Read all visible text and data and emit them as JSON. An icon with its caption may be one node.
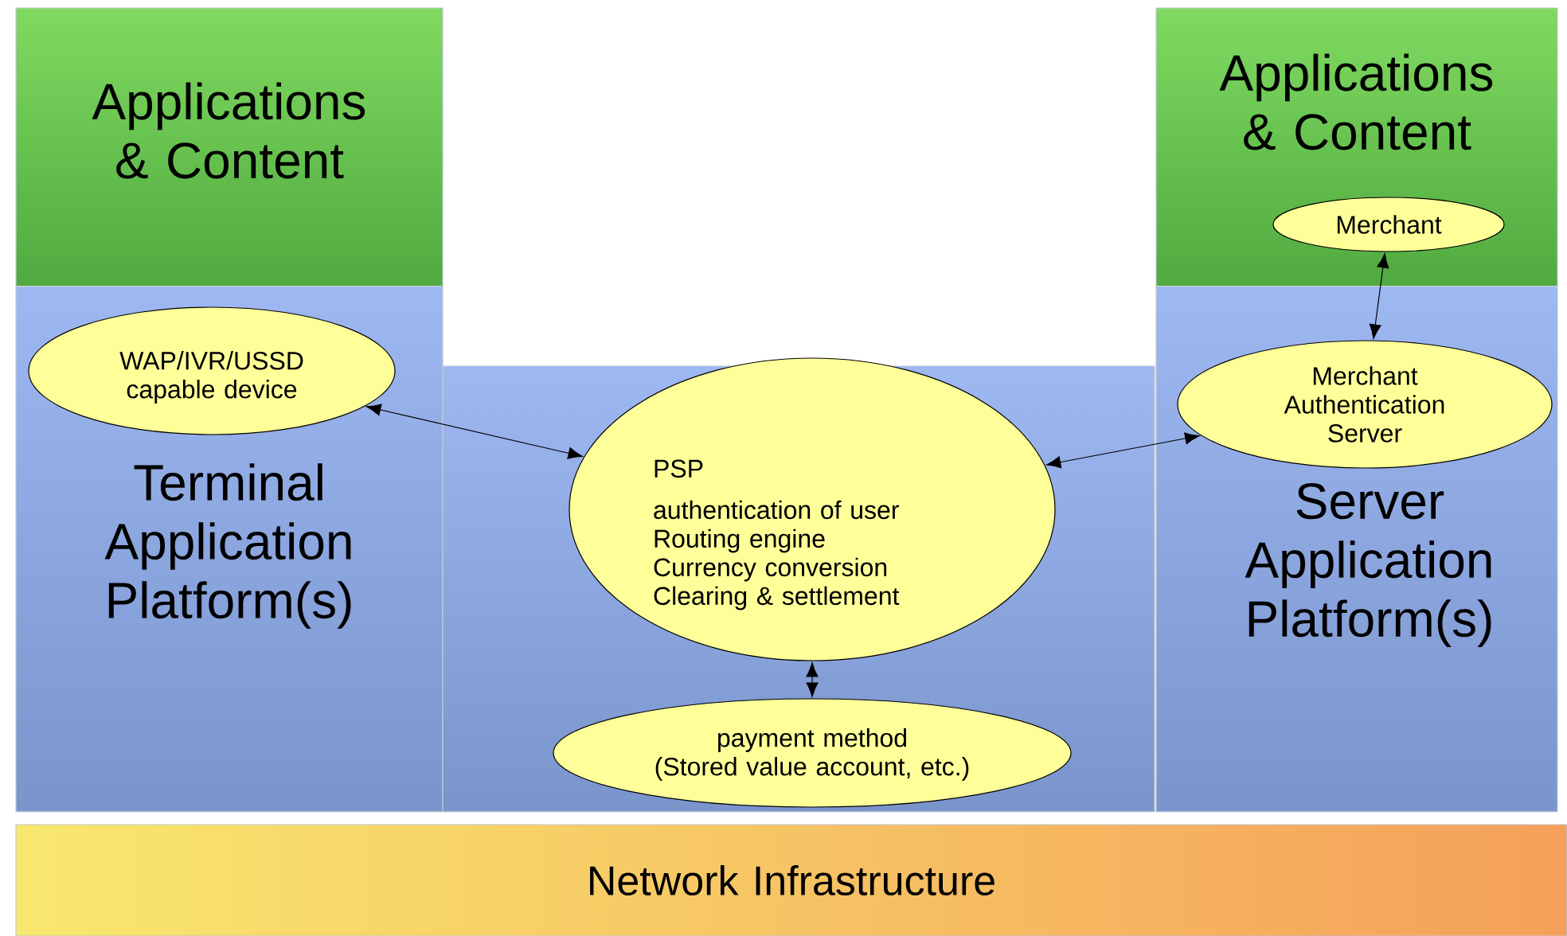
{
  "diagram": {
    "nodes": [
      {
        "text": [
          "Applications & Content"
        ]
      },
      {
        "text": [
          "Terminal Application Platform(s)"
        ]
      },
      {
        "text": [
          "WAP/IVR/USSD capable device"
        ],
        "in": 1
      },
      {
        "text": [],
        "shape": "box"
      },
      {
        "text": [
          "PSP",
          "authentication of user",
          "Routing engine",
          "Currency conversion",
          "Clearing & settlement"
        ],
        "in": 3
      },
      {
        "text": [
          "payment method",
          "(Stored value account, etc.)"
        ],
        "in": 3
      },
      {
        "text": [
          "Applications & Content"
        ]
      },
      {
        "text": [
          "Merchant"
        ],
        "in": 6
      },
      {
        "text": [
          "Server Application Platform(s)"
        ]
      },
      {
        "text": [
          "Merchant Authentication Server"
        ],
        "in": 8
      },
      {
        "text": [
          "Network Infrastructure"
        ]
      }
    ],
    "edges": [
      {
        "from": 2,
        "to": 4,
        "arrow": "both"
      },
      {
        "from": 9,
        "to": 4,
        "arrow": "both"
      },
      {
        "from": 4,
        "to": 5,
        "arrow": "both"
      },
      {
        "from": 7,
        "to": 9,
        "arrow": "both"
      }
    ]
  }
}
